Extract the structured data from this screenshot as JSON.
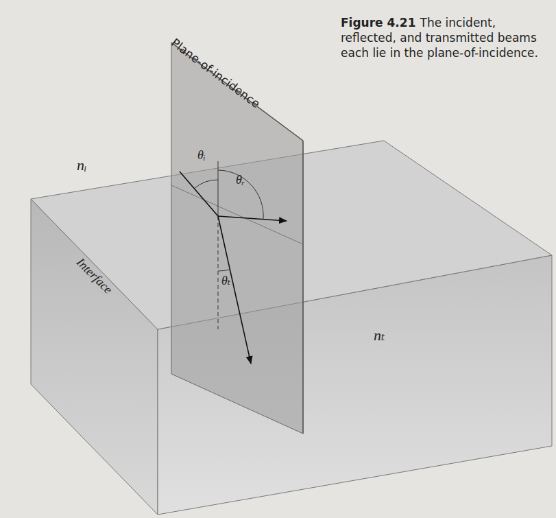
{
  "diagram": {
    "caption": "The incident, reflected, and transmitted beams each lie in the plane-of-incidence.",
    "labels": [
      "Figure 4.21",
      "Plane-of-incidence",
      "nᵢ",
      "θᵢ",
      "θᵣ",
      "θₜ",
      "Interface",
      "nₜ"
    ]
  }
}
